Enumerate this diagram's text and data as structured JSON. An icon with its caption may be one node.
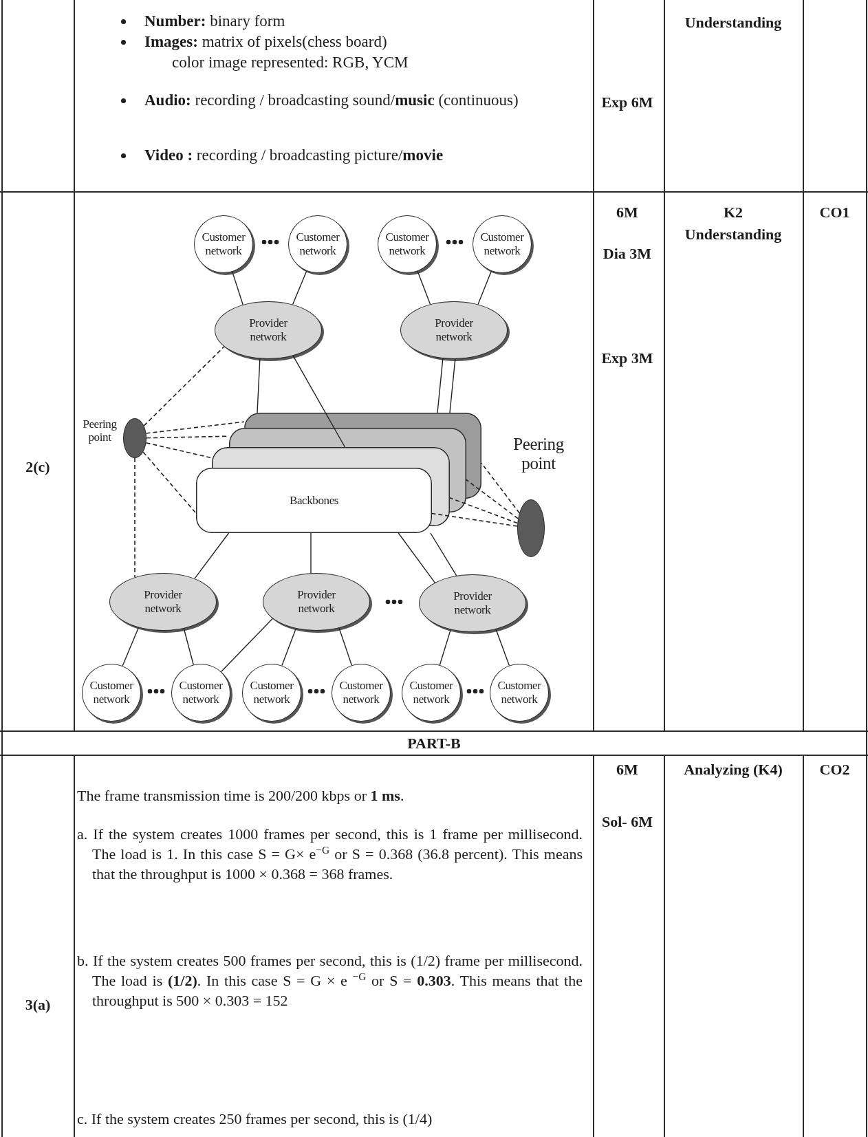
{
  "diagram": {
    "nodes": [
      {
        "text": [
          "Customer network"
        ]
      },
      {
        "text": [
          "Customer network"
        ]
      },
      {
        "text": [
          "Customer network"
        ]
      },
      {
        "text": [
          "Customer network"
        ]
      },
      {
        "text": [
          "Provider network"
        ]
      },
      {
        "text": [
          "Provider network"
        ]
      },
      {
        "text": [],
        "shape": "circle",
        "beside": [
          "Peering point"
        ]
      },
      {
        "text": [
          "Backbones"
        ]
      },
      {
        "text": [],
        "shape": "circle",
        "beside": [
          "Peering point"
        ]
      },
      {
        "text": [
          "Provider network"
        ]
      },
      {
        "text": [
          "Provider network"
        ]
      },
      {
        "text": [
          "Provider network"
        ]
      },
      {
        "text": [
          "Customer network"
        ]
      },
      {
        "text": [
          "Customer network"
        ]
      },
      {
        "text": [
          "Customer network"
        ]
      },
      {
        "text": [
          "Customer network"
        ]
      },
      {
        "text": [
          "Customer network"
        ]
      },
      {
        "text": [
          "Customer network"
        ]
      }
    ],
    "edges": [
      {
        "from": 0,
        "to": 4,
        "arrow": "none"
      },
      {
        "from": 1,
        "to": 4,
        "arrow": "none"
      },
      {
        "from": 2,
        "to": 5,
        "arrow": "none"
      },
      {
        "from": 3,
        "to": 5,
        "arrow": "none"
      },
      {
        "from": 4,
        "to": 7,
        "arrow": "none"
      },
      {
        "from": 4,
        "to": 7,
        "arrow": "none"
      },
      {
        "from": 5,
        "to": 7,
        "arrow": "none"
      },
      {
        "from": 5,
        "to": 7,
        "arrow": "none"
      },
      {
        "from": 6,
        "to": 4,
        "arrow": "none",
        "style": "dashed"
      },
      {
        "from": 6,
        "to": 7,
        "arrow": "none",
        "style": "dashed"
      },
      {
        "from": 6,
        "to": 7,
        "arrow": "none",
        "style": "dashed"
      },
      {
        "from": 6,
        "to": 7,
        "arrow": "none",
        "style": "dashed"
      },
      {
        "from": 6,
        "to": 7,
        "arrow": "none",
        "style": "dashed"
      },
      {
        "from": 6,
        "to": 9,
        "arrow": "none",
        "style": "dashed"
      },
      {
        "from": 8,
        "to": 7,
        "arrow": "none",
        "style": "dashed"
      },
      {
        "from": 8,
        "to": 7,
        "arrow": "none",
        "style": "dashed"
      },
      {
        "from": 8,
        "to": 7,
        "arrow": "none",
        "style": "dashed"
      },
      {
        "from": 8,
        "to": 7,
        "arrow": "none",
        "style": "dashed"
      },
      {
        "from": 7,
        "to": 9,
        "arrow": "none"
      },
      {
        "from": 7,
        "to": 10,
        "arrow": "none"
      },
      {
        "from": 7,
        "to": 11,
        "arrow": "none"
      },
      {
        "from": 7,
        "to": 11,
        "arrow": "none"
      },
      {
        "from": 9,
        "to": 12,
        "arrow": "none"
      },
      {
        "from": 9,
        "to": 13,
        "arrow": "none"
      },
      {
        "from": 10,
        "to": 13,
        "arrow": "none"
      },
      {
        "from": 10,
        "to": 14,
        "arrow": "none"
      },
      {
        "from": 10,
        "to": 15,
        "arrow": "none"
      },
      {
        "from": 11,
        "to": 16,
        "arrow": "none"
      },
      {
        "from": 11,
        "to": 17,
        "arrow": "none"
      }
    ],
    "labels": [
      "**Number:** binary form",
      "**Images:** matrix of pixels(chess board)",
      "color image represented: RGB, YCM",
      "**Audio:** recording / broadcasting sound/**music** (continuous)",
      "**Video :** recording / broadcasting picture/**movie**",
      "Exp 6M",
      "Understanding",
      "2(c)",
      "6M",
      "K2",
      "Understanding",
      "CO1",
      "Dia 3M",
      "Exp 3M",
      "PART-B",
      "6M",
      "Analyzing (K4)",
      "CO2",
      "The frame transmission time is 200/200 kbps or **1 ms**.",
      "a. If the system creates 1000 frames per second, this is 1 frame per millisecond. The load is 1. In this case S = G× e$^{−G}$ or S = 0.368 (36.8 percent). This means that the throughput is 1000 × 0.368 = 368 frames.",
      "Sol- 6M",
      "3(a)",
      "b. If the system creates 500 frames per second, this is (1/2) frame per millisecond. The load is **(1/2)**. In this case S = G × e $^{−G}$ or S = **0.303**. This means that the throughput is 500 × 0.303 = 152",
      "c. If the system creates 250 frames per second, this is (1/4)"
    ]
  }
}
